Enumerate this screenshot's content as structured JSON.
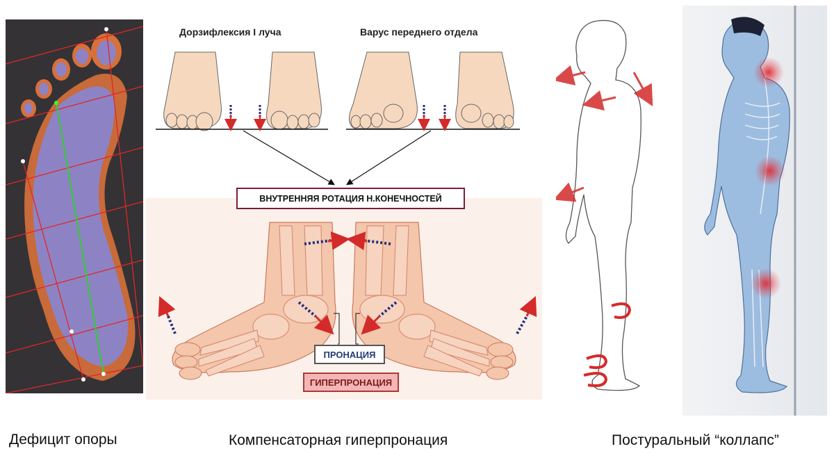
{
  "headers": {
    "dorsiflexion": "Дорзифлексия I луча",
    "varus": "Варус переднего отдела"
  },
  "labels": {
    "internal_rotation": "ВНУТРЕННЯЯ РОТАЦИЯ Н.КОНЕЧНОСТЕЙ",
    "pronation": "ПРОНАЦИЯ",
    "hyperpronation": "ГИПЕРПРОНАЦИЯ"
  },
  "captions": {
    "left": "Дефицит опоры",
    "center": "Компенсаторная гиперпронация",
    "right": "Постуральный “коллапс”"
  },
  "colors": {
    "accent_red": "#d42a2a",
    "accent_blue": "#24307a",
    "box_border": "#7a1d3a",
    "hyper_fill": "#f4b5b5",
    "foot_scan_purple": "#8d83c4",
    "foot_scan_orange": "#d8703a",
    "skin": "#f6d8bf",
    "bone": "#e6a28c",
    "body_blue": "#8fb3d9",
    "pain_glow": "#e0303a"
  }
}
